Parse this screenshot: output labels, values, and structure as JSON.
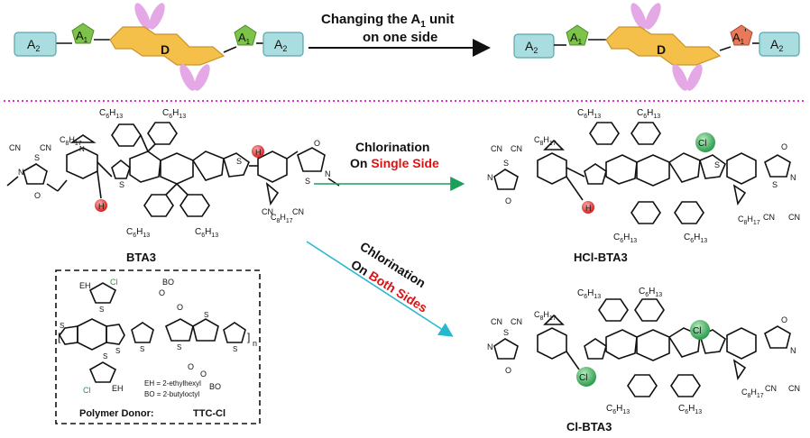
{
  "top_scheme": {
    "left": {
      "a2": "A",
      "a2_sub": "2",
      "a1": "A",
      "a1_sub": "1",
      "d": "D"
    },
    "arrow_text_line1": "Changing the A",
    "arrow_text_sub": "1",
    "arrow_text_tail": " unit",
    "arrow_text_line2": "on one side",
    "right": {
      "a2": "A",
      "a2_sub": "2",
      "a1": "A",
      "a1_sub": "1",
      "d": "D",
      "a1p": "A",
      "a1p_sub": "1",
      "a1p_prime": "'"
    }
  },
  "arrows": {
    "single_line1": "Chlorination",
    "single_line2_prefix": "On ",
    "single_line2_highlight": "Single Side",
    "both_line1": "Chlorination",
    "both_line2_prefix": "On ",
    "both_line2_highlight": "Both Sides"
  },
  "molecules": {
    "bta3": "BTA3",
    "hcl_bta3": "HCl-BTA3",
    "cl_bta3": "Cl-BTA3"
  },
  "substituents": {
    "hexyl": "C",
    "hexyl_sub": "6",
    "hexyl_h": "H",
    "hexyl_hsub": "13",
    "octyl": "C",
    "octyl_sub": "8",
    "octyl_h": "H",
    "octyl_hsub": "17",
    "cn": "CN",
    "n": "N",
    "s": "S",
    "o": "O",
    "h": "H",
    "cl": "Cl"
  },
  "polymer": {
    "eh": "EH",
    "bo": "BO",
    "cl": "Cl",
    "s": "S",
    "o": "O",
    "n": "n",
    "legend_eh": "EH = 2-ethylhexyl",
    "legend_bo": "BO = 2-butyloctyl",
    "caption_label": "Polymer Donor:",
    "caption_name": "TTC-Cl"
  },
  "colors": {
    "a2_fill": "#a9dde0",
    "a2_stroke": "#5aa6aa",
    "a1_fill": "#7dc24b",
    "d_fill": "#f5c04a",
    "d_stroke": "#c9922a",
    "petal": "#e4a8e6",
    "a1p_fill": "#e8795a",
    "divider": "#e52fd0",
    "arrow_green": "#19a05a",
    "arrow_cyan": "#25b8cf",
    "highlight_red": "#e01010",
    "h_fill": "#e23a3a",
    "cl_fill": "#3aa55a",
    "cl_text_green": "#1f9a2c"
  }
}
